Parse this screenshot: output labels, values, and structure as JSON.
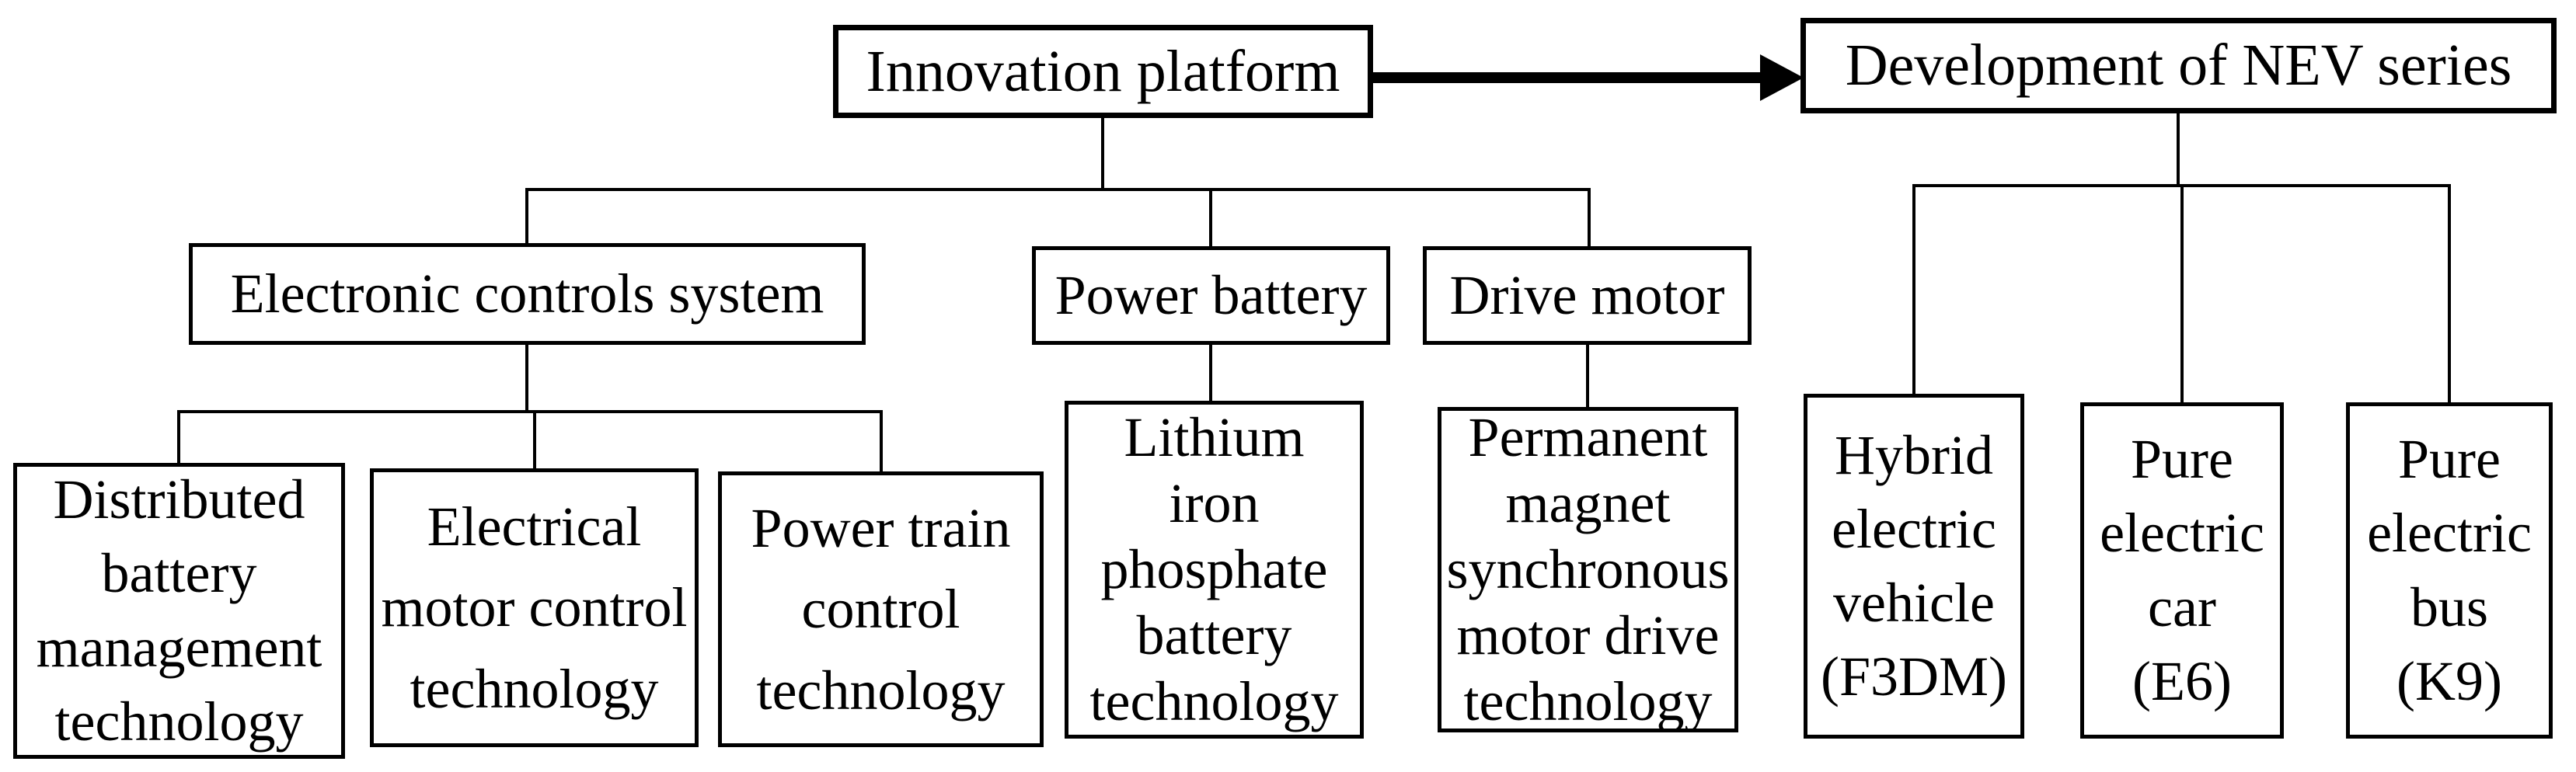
{
  "diagram": {
    "title": "NEV innovation platform organization chart",
    "colors": {
      "background": "#ffffff",
      "line": "#000000",
      "text": "#000000"
    },
    "nodes": {
      "innovation_platform": {
        "label": "Innovation platform"
      },
      "development_nev": {
        "label": "Development of NEV series"
      },
      "electronic_controls": {
        "label": "Electronic controls system"
      },
      "power_battery": {
        "label": "Power battery"
      },
      "drive_motor": {
        "label": "Drive motor"
      },
      "distributed_battery": {
        "label": "Distributed\nbattery\nmanagement\ntechnology"
      },
      "electrical_motor": {
        "label": "Electrical\nmotor control\ntechnology"
      },
      "power_train": {
        "label": "Power train\ncontrol\ntechnology"
      },
      "lithium_battery": {
        "label": "Lithium\niron\nphosphate\nbattery\ntechnology"
      },
      "permanent_magnet": {
        "label": "Permanent\nmagnet\nsynchronous\nmotor drive\ntechnology"
      },
      "hybrid_vehicle": {
        "label": "Hybrid\nelectric\nvehicle\n(F3DM)"
      },
      "pure_electric_car": {
        "label": "Pure\nelectric\ncar\n(E6)"
      },
      "pure_electric_bus": {
        "label": "Pure\nelectric\nbus\n(K9)"
      }
    },
    "edges": [
      {
        "from": "innovation_platform",
        "to": "development_nev",
        "style": "bold-arrow"
      },
      {
        "from": "innovation_platform",
        "to": "electronic_controls",
        "style": "tree"
      },
      {
        "from": "innovation_platform",
        "to": "power_battery",
        "style": "tree"
      },
      {
        "from": "innovation_platform",
        "to": "drive_motor",
        "style": "tree"
      },
      {
        "from": "electronic_controls",
        "to": "distributed_battery",
        "style": "tree"
      },
      {
        "from": "electronic_controls",
        "to": "electrical_motor",
        "style": "tree"
      },
      {
        "from": "electronic_controls",
        "to": "power_train",
        "style": "tree"
      },
      {
        "from": "power_battery",
        "to": "lithium_battery",
        "style": "tree"
      },
      {
        "from": "drive_motor",
        "to": "permanent_magnet",
        "style": "tree"
      },
      {
        "from": "development_nev",
        "to": "hybrid_vehicle",
        "style": "tree"
      },
      {
        "from": "development_nev",
        "to": "pure_electric_car",
        "style": "tree"
      },
      {
        "from": "development_nev",
        "to": "pure_electric_bus",
        "style": "tree"
      }
    ]
  }
}
